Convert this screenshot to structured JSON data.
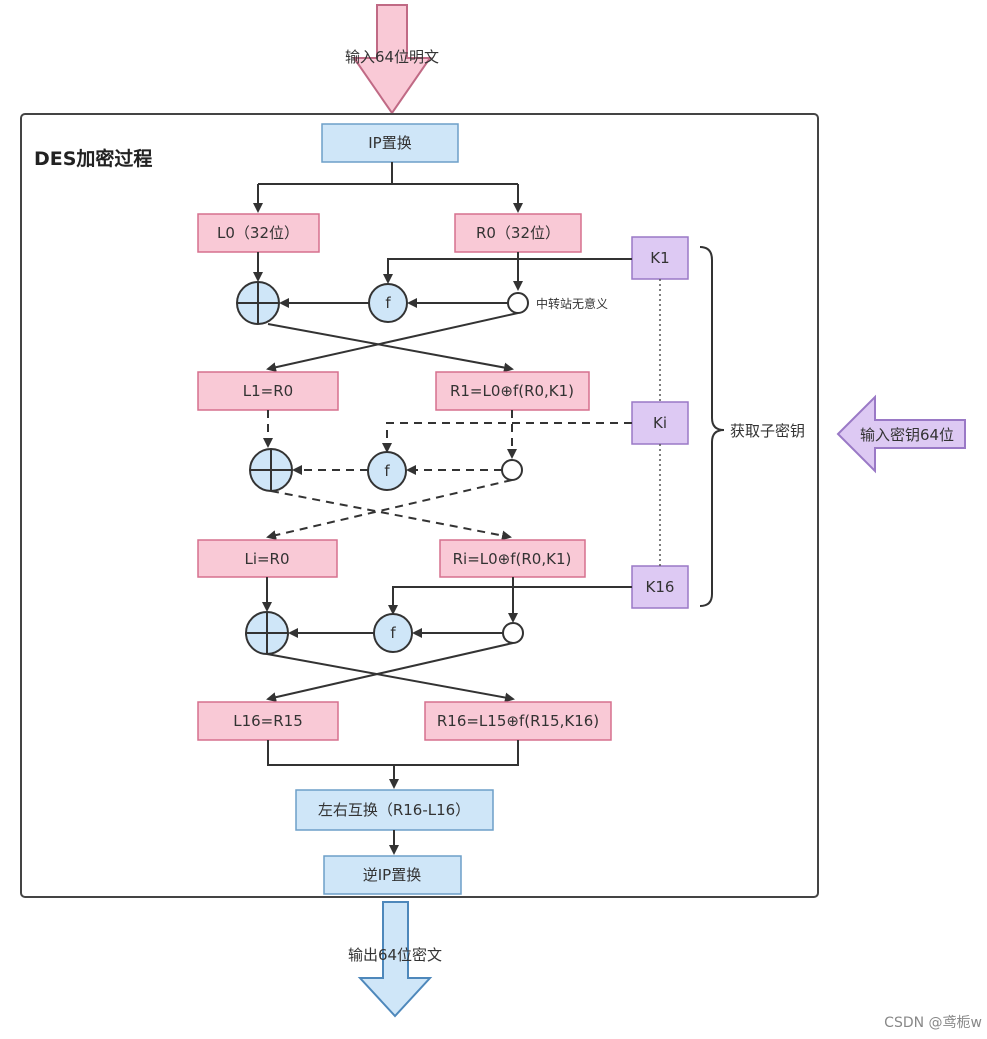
{
  "input_plaintext": "输入64位明文",
  "output_ciphertext": "输出64位密文",
  "input_key": "输入密钥64位",
  "title": "DES加密过程",
  "ip": "IP置换",
  "l0": "L0（32位）",
  "r0": "R0（32位）",
  "k1": "K1",
  "ki": "Ki",
  "k16": "K16",
  "f_label": "f",
  "relay_note": "中转站无意义",
  "l1": "L1=R0",
  "r1": "R1=L0⊕f(R0,K1)",
  "li": "Li=R0",
  "ri": "Ri=L0⊕f(R0,K1)",
  "l16": "L16=R15",
  "r16": "R16=L15⊕f(R15,K16)",
  "swap": "左右互换（R16-L16）",
  "inv_ip": "逆IP置换",
  "get_subkey": "获取子密钥",
  "watermark": "CSDN @鸢栀w",
  "colors": {
    "pink_fill": "#f9c9d6",
    "pink_stroke": "#d6708e",
    "blue_fill": "#cfe6f8",
    "blue_stroke": "#6d9fc8",
    "purple_fill": "#ddc9f3",
    "purple_stroke": "#9a79c6"
  }
}
